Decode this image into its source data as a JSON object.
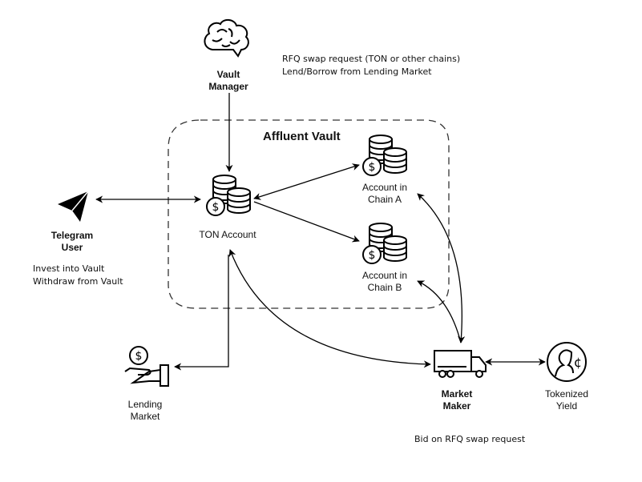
{
  "vault": {
    "title": "Affluent Vault"
  },
  "nodes": {
    "vault_manager": {
      "line1": "Vault",
      "line2": "Manager",
      "icon": "brain-icon"
    },
    "telegram_user": {
      "line1": "Telegram",
      "line2": "User",
      "icon": "telegram-icon"
    },
    "ton_account": {
      "label": "TON Account",
      "icon": "coins-icon"
    },
    "chain_a": {
      "line1": "Account in",
      "line2": "Chain A",
      "icon": "coins-icon"
    },
    "chain_b": {
      "line1": "Account in",
      "line2": "Chain B",
      "icon": "coins-icon"
    },
    "lending_market": {
      "line1": "Lending",
      "line2": "Market",
      "icon": "hand-coin-icon"
    },
    "market_maker": {
      "line1": "Market",
      "line2": "Maker",
      "icon": "truck-icon"
    },
    "tokenized_yield": {
      "line1": "Tokenized",
      "line2": "Yield",
      "icon": "person-cent-icon"
    }
  },
  "notes": {
    "manager": [
      "RFQ swap request (TON or other chains)",
      "Lend/Borrow from Lending Market"
    ],
    "user": [
      "Invest into Vault",
      "Withdraw from Vault"
    ],
    "maker": [
      "Bid on RFQ swap request"
    ]
  }
}
